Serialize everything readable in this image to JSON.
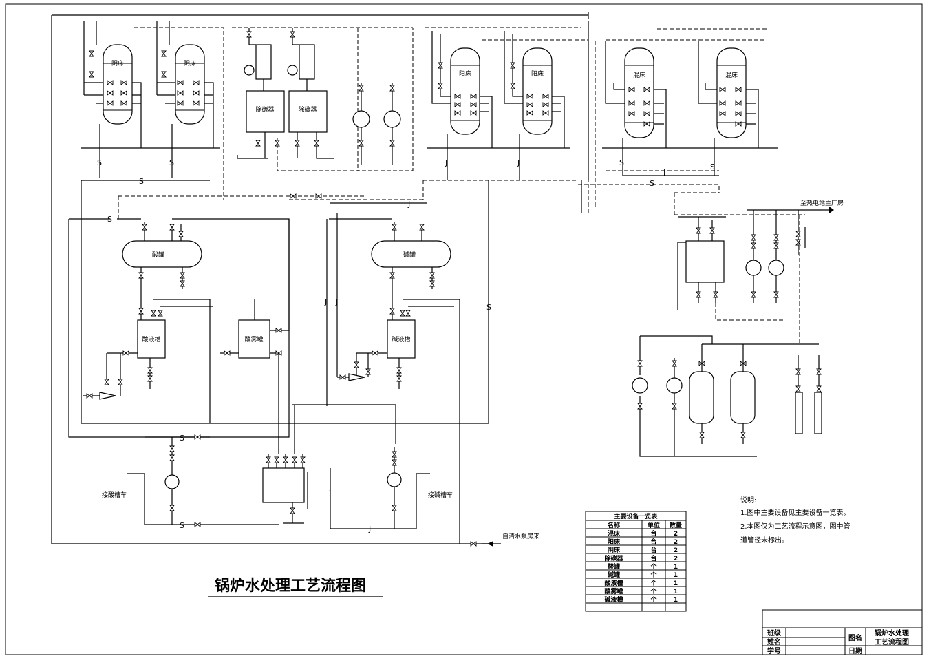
{
  "title": "锅炉水处理工艺流程图",
  "equipment": {
    "anion_bed": "阴床",
    "cation_bed": "阳床",
    "mixed_bed": "混床",
    "decarbonizer": "除碳器",
    "acid_tank": "酸罐",
    "alkali_tank": "碱罐",
    "acid_liquid_tank": "酸液槽",
    "acid_mist_tank": "酸雾罐",
    "alkali_liquid_tank": "碱液槽"
  },
  "labels": {
    "receive_acid_truck": "接酸槽车",
    "receive_alkali_truck": "接碱槽车",
    "from_pump_room": "自清水泵房来",
    "to_power_plant": "至热电站主厂房",
    "pipe_s": "S",
    "pipe_j": "J"
  },
  "equipment_table": {
    "caption": "主要设备一览表",
    "headers": [
      "名称",
      "单位",
      "数量"
    ],
    "rows": [
      [
        "混床",
        "台",
        "2"
      ],
      [
        "阳床",
        "台",
        "2"
      ],
      [
        "阴床",
        "台",
        "2"
      ],
      [
        "除碳器",
        "台",
        "2"
      ],
      [
        "酸罐",
        "个",
        "1"
      ],
      [
        "碱罐",
        "个",
        "1"
      ],
      [
        "酸液槽",
        "个",
        "1"
      ],
      [
        "酸雾罐",
        "个",
        "1"
      ],
      [
        "碱液槽",
        "个",
        "1"
      ]
    ]
  },
  "notes": {
    "heading": "说明:",
    "line1": "1.图中主要设备见主要设备一览表。",
    "line2a": "2.本图仅为工艺流程示意图，图中管",
    "line2b": "道管径未标出。"
  },
  "title_block": {
    "class_label": "班级",
    "name_label": "姓名",
    "id_label": "学号",
    "drawing_name_label": "图名",
    "drawing_name_line1": "锅炉水处理",
    "drawing_name_line2": "工艺流程图",
    "date_label": "日期"
  }
}
